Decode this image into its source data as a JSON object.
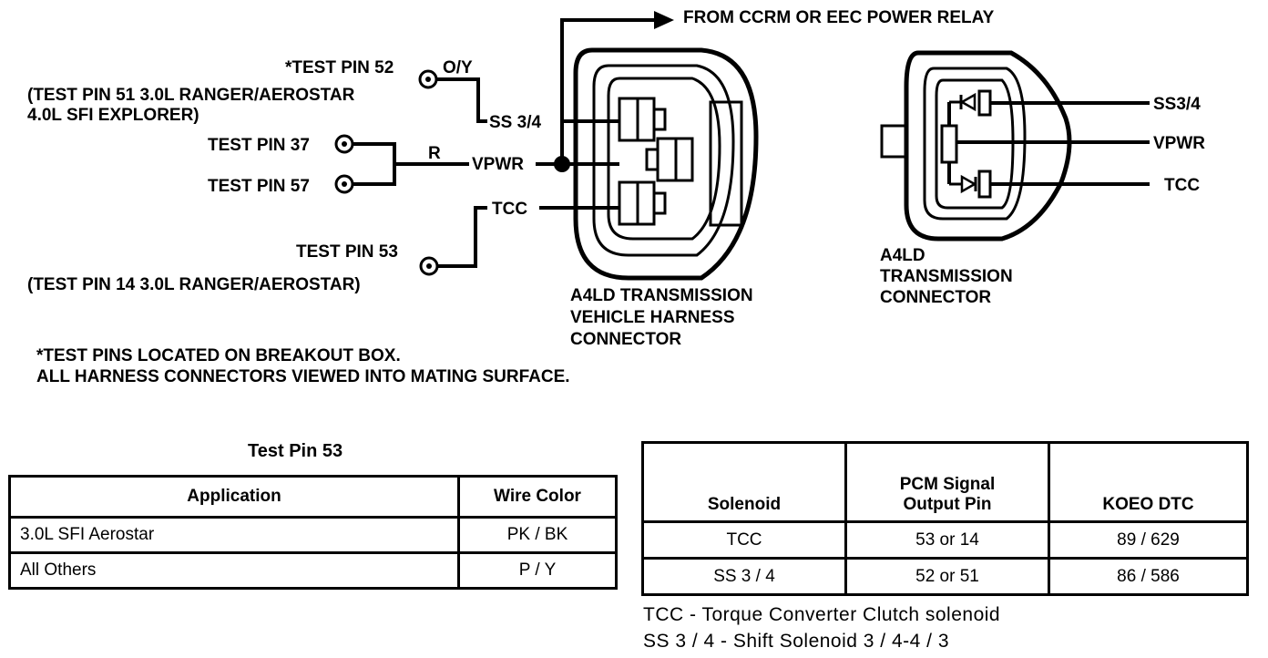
{
  "diagram": {
    "from_relay": "FROM CCRM OR EEC POWER RELAY",
    "test_pin_52": "*TEST PIN 52",
    "test_pin_51_line1": "(TEST PIN 51 3.0L RANGER/AEROSTAR",
    "test_pin_51_line2": "4.0L SFI EXPLORER)",
    "test_pin_37": "TEST PIN 37",
    "test_pin_57": "TEST PIN 57",
    "test_pin_53": "TEST PIN 53",
    "test_pin_14": "(TEST PIN 14 3.0L RANGER/AEROSTAR)",
    "wire_oy": "O/Y",
    "wire_r": "R",
    "harness_ss34": "SS 3/4",
    "harness_vpwr": "VPWR",
    "harness_tcc": "TCC",
    "harness_caption": [
      "A4LD TRANSMISSION",
      "VEHICLE HARNESS",
      "CONNECTOR"
    ],
    "trans_ss34": "SS3/4",
    "trans_vpwr": "VPWR",
    "trans_tcc": "TCC",
    "trans_caption": [
      "A4LD",
      "TRANSMISSION",
      "CONNECTOR"
    ],
    "note_line1": "*TEST PINS LOCATED ON BREAKOUT BOX.",
    "note_line2": "ALL HARNESS CONNECTORS VIEWED INTO MATING SURFACE."
  },
  "pin53_table": {
    "title": "Test Pin 53",
    "headers": [
      "Application",
      "Wire Color"
    ],
    "rows": [
      [
        "3.0L SFI Aerostar",
        "PK / BK"
      ],
      [
        "All Others",
        "P / Y"
      ]
    ]
  },
  "solenoid_table": {
    "headers": [
      "Solenoid",
      "PCM Signal\nOutput Pin",
      "KOEO DTC"
    ],
    "header_pcm_line1": "PCM Signal",
    "header_pcm_line2": "Output Pin",
    "rows": [
      [
        "TCC",
        "53 or 14",
        "89 / 629"
      ],
      [
        "SS 3 / 4",
        "52 or 51",
        "86 / 586"
      ]
    ]
  },
  "legend": [
    "TCC - Torque Converter Clutch solenoid",
    "SS 3 / 4 - Shift Solenoid 3 / 4-4 / 3"
  ]
}
